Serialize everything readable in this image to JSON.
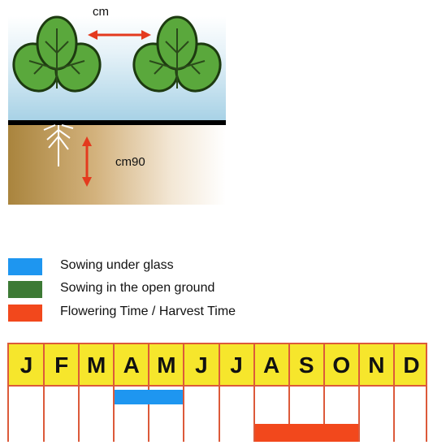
{
  "diagram": {
    "spacing_label": "cm",
    "depth_label": "cm90"
  },
  "legend": [
    {
      "label": "Sowing under glass",
      "color": "#1e96f0"
    },
    {
      "label": "Sowing in the open ground",
      "color": "#3d7a35"
    },
    {
      "label": "Flowering Time / Harvest Time",
      "color": "#f2481c"
    }
  ],
  "calendar": {
    "months": [
      "J",
      "F",
      "M",
      "A",
      "M",
      "J",
      "J",
      "A",
      "S",
      "O",
      "N",
      "D"
    ],
    "bars": [
      {
        "type": "Sowing under glass",
        "color": "#1e96f0",
        "start_month": "A",
        "end_month": "M"
      },
      {
        "type": "Flowering Time / Harvest Time",
        "color": "#f2481c",
        "start_month": "A",
        "end_month": "O"
      }
    ]
  }
}
